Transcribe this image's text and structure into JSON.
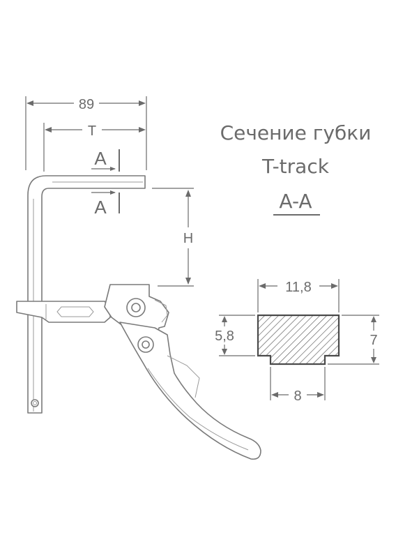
{
  "title": {
    "line1": "Сечение губки",
    "line2": "T-track",
    "line3": "A-A"
  },
  "clamp_dims": {
    "width": "89",
    "throat": "T",
    "height": "H",
    "section_mark_top": "A",
    "section_mark_bottom": "A"
  },
  "section_dims": {
    "top_width": "11,8",
    "left_height": "5,8",
    "right_height": "7",
    "bottom_width": "8"
  },
  "colors": {
    "line": "#6b6b6b",
    "hatch": "#5a5a5a"
  }
}
